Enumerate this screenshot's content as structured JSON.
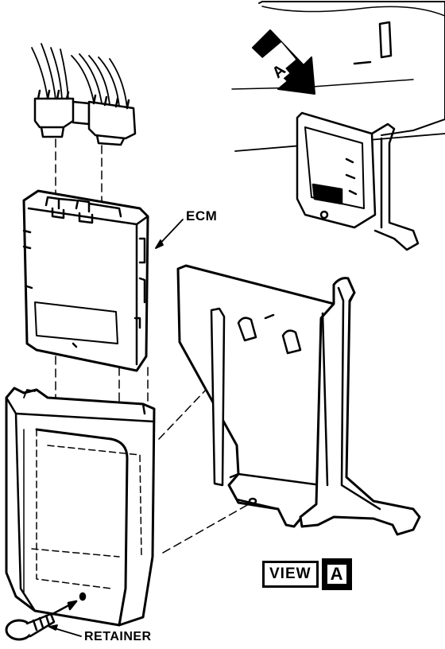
{
  "labels": {
    "ecm": "ECM",
    "retainer": "RETAINER",
    "view_word": "VIEW",
    "view_letter": "A",
    "arrow_letter": "A"
  },
  "colors": {
    "ink": "#000000",
    "paper": "#ffffff"
  }
}
